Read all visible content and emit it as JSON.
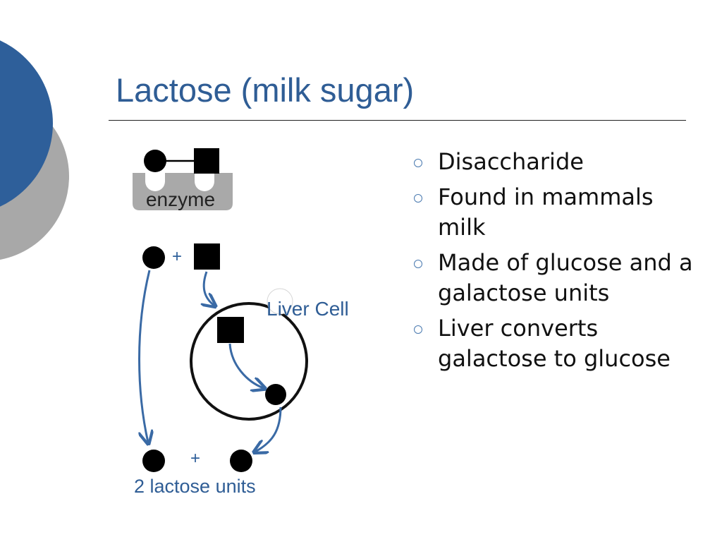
{
  "slide": {
    "title": "Lactose (milk sugar)"
  },
  "diagram": {
    "enzyme_label": "enzyme",
    "plus_top": "+",
    "liver_label": "Liver Cell",
    "plus_bottom": "+",
    "result_label": "2 lactose units"
  },
  "bullets": [
    {
      "text": "Disaccharide"
    },
    {
      "text": "Found in mammals milk"
    },
    {
      "text": "Made of glucose and a galactose units"
    },
    {
      "text": "Liver converts galactose to glucose"
    }
  ],
  "colors": {
    "title": "#2f5d95",
    "accent_blue": "#2e5f9a",
    "accent_gray": "#a8a8a8",
    "enzyme_gray": "#a9a9a9",
    "arrow_blue": "#3a6aa5",
    "bullet_marker": "#4a7ab0"
  },
  "icons": {
    "bullet_marker": "hollow-circle"
  }
}
